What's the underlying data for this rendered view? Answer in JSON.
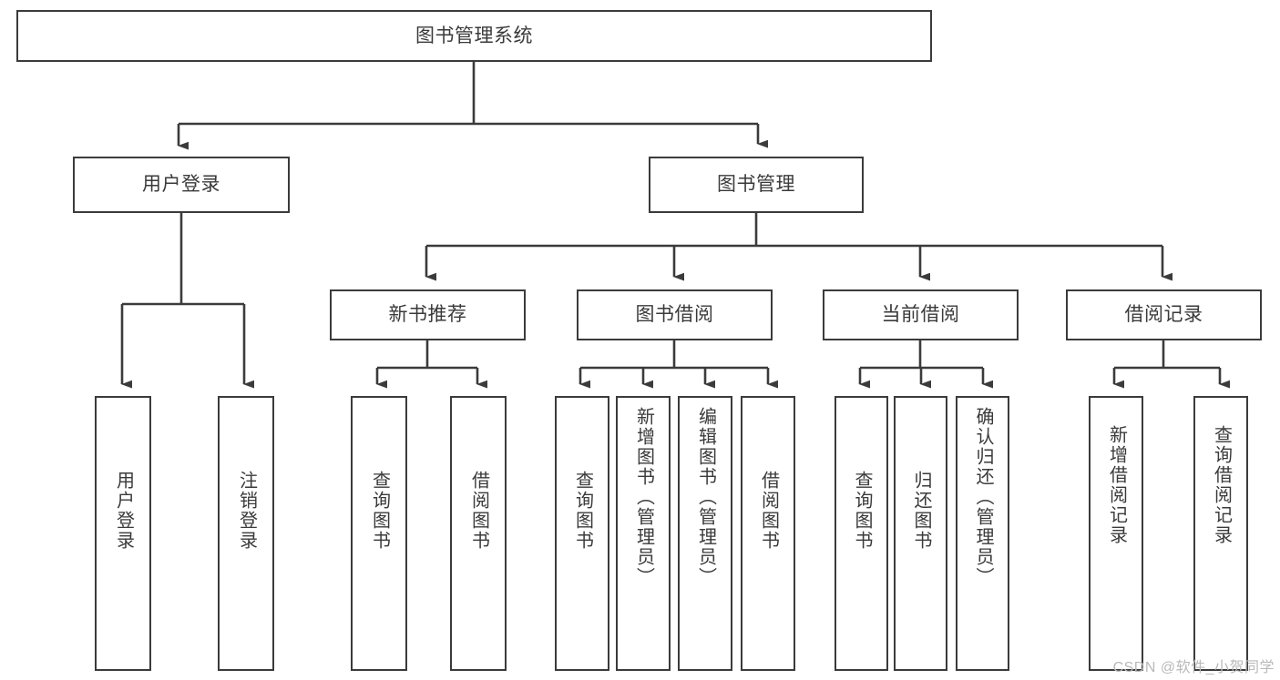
{
  "diagram": {
    "title": "图书管理系统",
    "type": "tree",
    "watermark": "CSDN @软件_小贺同学",
    "colors": {
      "box_border": "#3b3b3b",
      "box_fill": "#ffffff",
      "text": "#3a3a3a",
      "connector": "#3b3b3b",
      "watermark": "#b9b9b9",
      "background": "#ffffff"
    },
    "root": {
      "label": "图书管理系统"
    },
    "level2": [
      {
        "label": "用户登录"
      },
      {
        "label": "图书管理"
      }
    ],
    "level3": [
      {
        "label": "新书推荐"
      },
      {
        "label": "图书借阅"
      },
      {
        "label": "当前借阅"
      },
      {
        "label": "借阅记录"
      }
    ],
    "leaves": {
      "user_login": [
        {
          "label": "用户登录"
        },
        {
          "label": "注销登录"
        }
      ],
      "new_book_recommend": [
        {
          "label": "查询图书"
        },
        {
          "label": "借阅图书"
        }
      ],
      "book_borrow": [
        {
          "label": "查询图书"
        },
        {
          "label": "新增图书（管理员）"
        },
        {
          "label": "编辑图书（管理员）"
        },
        {
          "label": "借阅图书"
        }
      ],
      "current_borrow": [
        {
          "label": "查询图书"
        },
        {
          "label": "归还图书"
        },
        {
          "label": "确认归还（管理员）"
        }
      ],
      "borrow_records": [
        {
          "label": "新增借阅记录"
        },
        {
          "label": "查询借阅记录"
        }
      ]
    }
  }
}
